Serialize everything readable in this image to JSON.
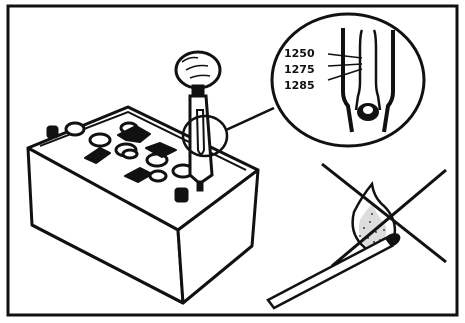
{
  "figure": {
    "hydrometer_readings": [
      "1250",
      "1275",
      "1285"
    ],
    "warning": "no-open-flame-icon",
    "icons": {
      "battery": "battery-icon",
      "hydrometer": "hydrometer-icon",
      "magnifier": "magnified-detail-icon",
      "match": "match-flame-icon",
      "prohibition": "cross-out-icon"
    },
    "colors": {
      "ink": "#111111",
      "paper": "#ffffff"
    }
  }
}
